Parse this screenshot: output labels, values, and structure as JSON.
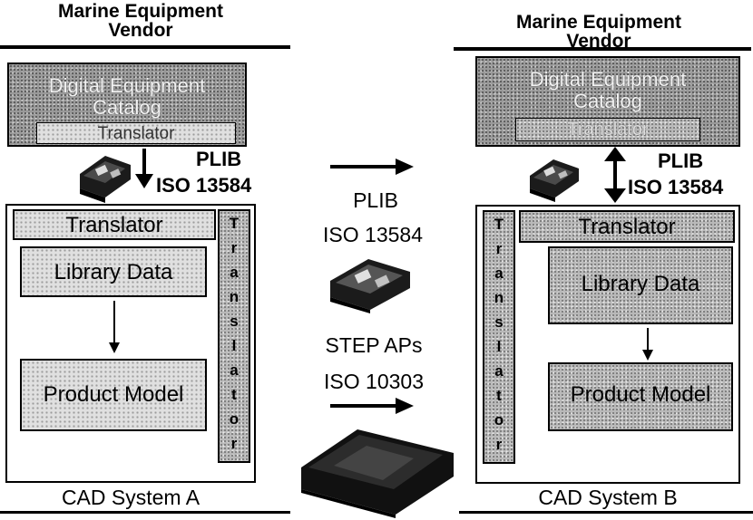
{
  "left": {
    "vendor_line1": "Marine Equipment",
    "vendor_line2": "Vendor",
    "catalog_line1": "Digital Equipment",
    "catalog_line2": "Catalog",
    "catalog_translator": "Translator",
    "exchange_line1": "PLIB",
    "exchange_line2": "ISO 13584",
    "cad_translator": "Translator",
    "library_data": "Library Data",
    "product_model": "Product Model",
    "side_translator_letters": [
      "T",
      "r",
      "a",
      "n",
      "s",
      "l",
      "a",
      "t",
      "o",
      "r"
    ],
    "system_name": "CAD System A"
  },
  "center": {
    "plib_line1": "PLIB",
    "plib_line2": "ISO 13584",
    "step_line1": "STEP APs",
    "step_line2": "ISO 10303"
  },
  "right": {
    "vendor_line1": "Marine Equipment",
    "vendor_line2": "Vendor",
    "catalog_line1": "Digital Equipment",
    "catalog_line2": "Catalog",
    "catalog_translator": "Translator",
    "exchange_line1": "PLIB",
    "exchange_line2": "ISO 13584",
    "cad_translator": "Translator",
    "library_data": "Library Data",
    "product_model": "Product Model",
    "side_translator_letters": [
      "T",
      "r",
      "a",
      "n",
      "s",
      "l",
      "a",
      "t",
      "o",
      "r"
    ],
    "system_name": "CAD System B"
  }
}
